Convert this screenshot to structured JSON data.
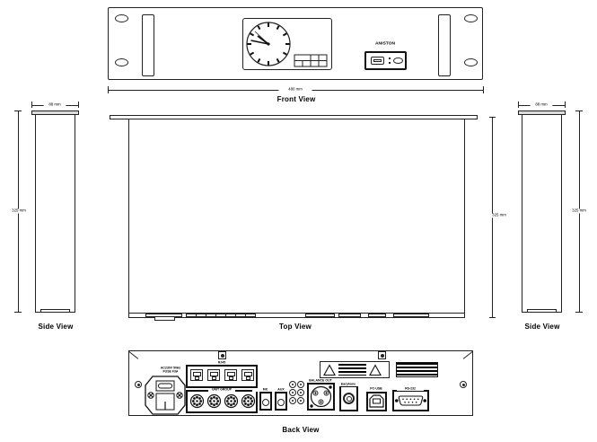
{
  "drawing": {
    "front": {
      "label": "Front View",
      "width_dim": "480 mm",
      "brand": "ANISTON"
    },
    "side_left": {
      "label": "Side View",
      "width_dim": "88 mm",
      "height_dim": "325 mm"
    },
    "side_right": {
      "label": "Side View",
      "width_dim": "88 mm",
      "height_dim": "325 mm"
    },
    "top": {
      "label": "Top View",
      "depth_dim": "325 mm"
    },
    "back": {
      "label": "Back View",
      "power_text_line1": "AC230V 50Hz",
      "power_text_line2": "FUSE F3A",
      "rj45_label": "RJ45",
      "din_label": "UNIT GROUP",
      "jack_left_label": "MIC",
      "jack_right_label": "AUX",
      "xlr_label": "BALANCE OUT",
      "round_label": "Earphone",
      "usb_label": "PC-USB",
      "serial_label": "RS-232"
    }
  },
  "colors": {
    "line": "#222222",
    "thick_line": "#111111",
    "background": "#ffffff",
    "cap_fill": "#dcdcdc",
    "vent": "#000000"
  },
  "icons": {
    "clock": "analog-clock-face",
    "date_grid": "digital-date-grid",
    "usb_front": "usb-port",
    "power_inlet": "iec-power-inlet-with-fuse",
    "rj45": "rj45-jack",
    "din": "din-8pin-connector",
    "rca": "rca-jack",
    "xlr": "xlr-balanced-output",
    "round_jack": "round-earphone-jack",
    "usb_b": "usb-b-port",
    "db9": "db9-serial-connector",
    "screw": "screw-head",
    "warning": "warning-triangle",
    "vent": "ventilation-grille"
  }
}
